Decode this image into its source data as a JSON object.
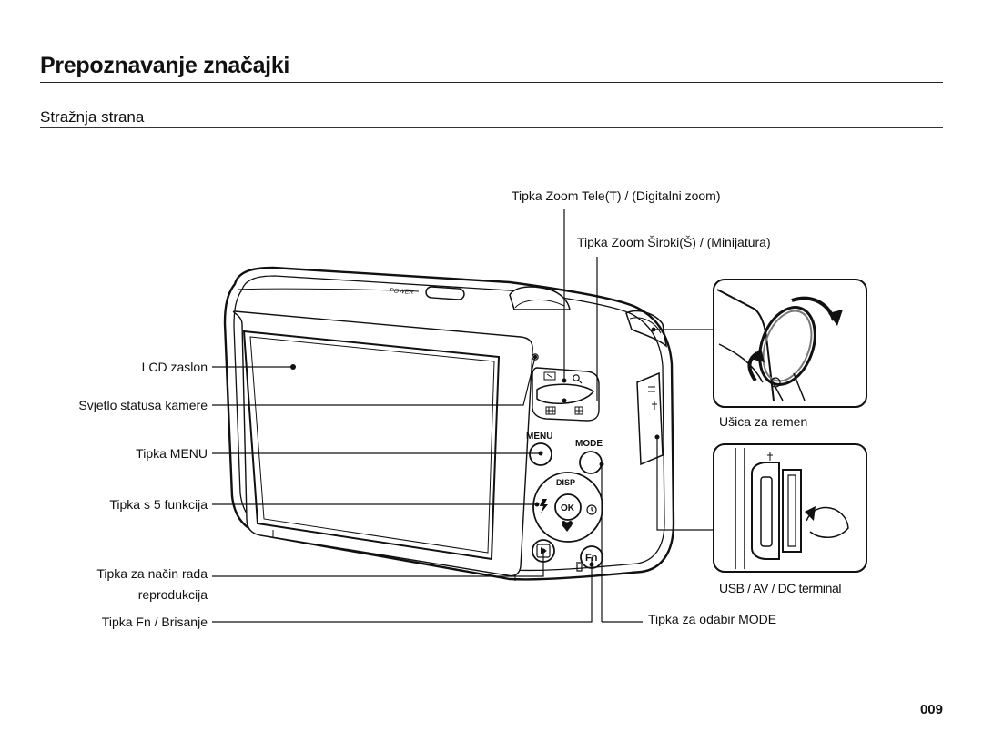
{
  "heading": "Prepoznavanje značajki",
  "subheading": "Stražnja strana",
  "camera": {
    "power_text": "POWER",
    "menu_text": "MENU",
    "mode_text": "MODE",
    "disp_text": "DISP",
    "ok_text": "OK",
    "fn_text": "Fn"
  },
  "labels": {
    "zoom_tele": "Tipka Zoom Tele(T) / (Digitalni zoom)",
    "zoom_wide": "Tipka Zoom Široki(Š) / (Minijatura)",
    "lcd": "LCD zaslon",
    "status_light": "Svjetlo statusa kamere",
    "menu_button": "Tipka MENU",
    "five_function": "Tipka s 5 funkcija",
    "playback_line1": "Tipka za način rada",
    "playback_line2": "reprodukcija",
    "fn_delete": "Tipka Fn / Brisanje",
    "mode_select": "Tipka za odabir MODE",
    "strap_eyelet": "Ušica za remen",
    "usb_terminal": "USB / AV / DC terminal"
  },
  "page_number": "009"
}
